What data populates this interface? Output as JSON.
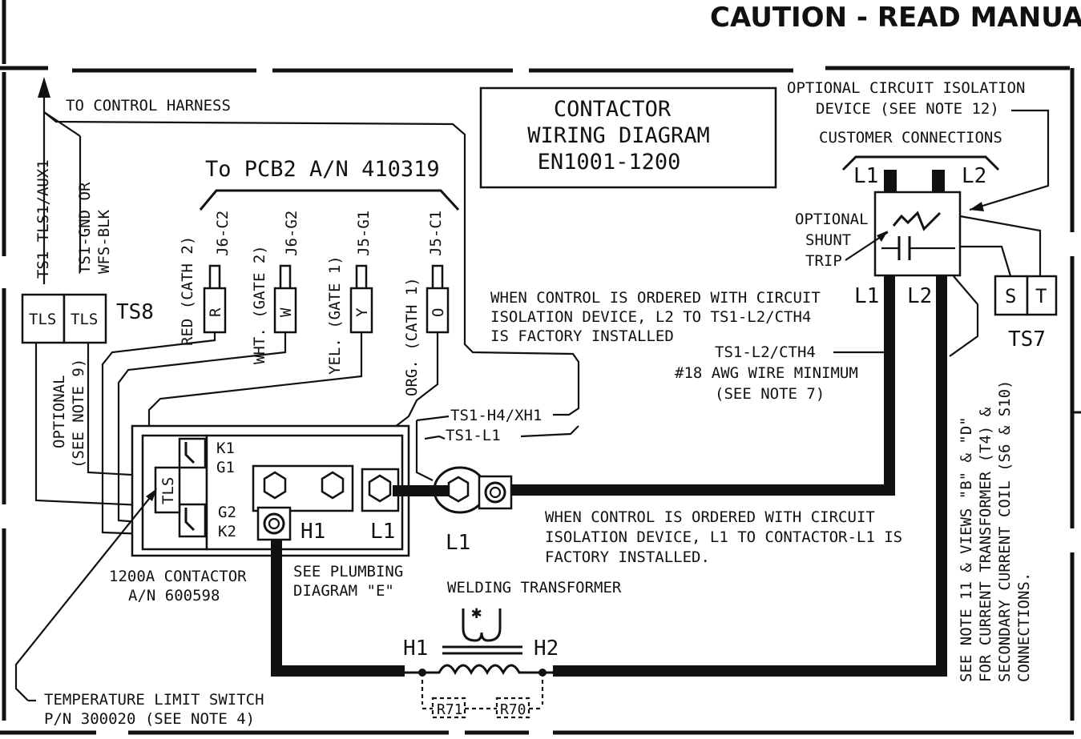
{
  "header": {
    "caution": "CAUTION - READ MANUA"
  },
  "title_box": {
    "line1": "CONTACTOR",
    "line2": "WIRING DIAGRAM",
    "line3": "EN1001-1200"
  },
  "control_harness": {
    "label": "TO CONTROL HARNESS",
    "wire_aux": "TS1-TLS1/AUX1",
    "wire_gnd_1": "TS1-GND OR",
    "wire_gnd_2": "WFS-BLK"
  },
  "pcb": {
    "label": "To PCB2 A/N 410319",
    "pins": [
      {
        "connector": "J6-C2",
        "letter": "R",
        "wire": "RED (CATH 2)"
      },
      {
        "connector": "J6-G2",
        "letter": "W",
        "wire": "WHT. (GATE 2)"
      },
      {
        "connector": "J5-G1",
        "letter": "Y",
        "wire": "YEL. (GATE 1)"
      },
      {
        "connector": "J5-C1",
        "letter": "O",
        "wire": "ORG. (CATH 1)"
      }
    ]
  },
  "ts8": {
    "label": "TS8",
    "term1": "TLS",
    "term2": "TLS",
    "optional_1": "OPTIONAL",
    "optional_2": "(SEE NOTE 9)"
  },
  "contactor": {
    "k1": "K1",
    "g1": "G1",
    "g2": "G2",
    "k2": "K2",
    "tls": "TLS",
    "h1": "H1",
    "l1": "L1",
    "label_1": "1200A CONTACTOR",
    "label_2": "A/N 600598"
  },
  "plumbing": {
    "line1": "SEE PLUMBING",
    "line2": "DIAGRAM \"E\""
  },
  "lug": {
    "l1": "L1"
  },
  "wire_labels": {
    "h4": "TS1-H4/XH1",
    "l1": "TS1-L1"
  },
  "note_l2": {
    "line1": "WHEN CONTROL IS ORDERED WITH CIRCUIT",
    "line2": "ISOLATION DEVICE, L2 TO TS1-L2/CTH4",
    "line3": "IS FACTORY INSTALLED"
  },
  "wire_cth4": {
    "line1": "TS1-L2/CTH4",
    "line2": "#18 AWG WIRE MINIMUM",
    "line3": "(SEE NOTE 7)"
  },
  "note_l1": {
    "line1": "WHEN CONTROL IS ORDERED WITH CIRCUIT",
    "line2": "ISOLATION DEVICE, L1 TO CONTACTOR-L1 IS",
    "line3": "FACTORY INSTALLED."
  },
  "isolation": {
    "label_1": "OPTIONAL CIRCUIT ISOLATION",
    "label_2": "DEVICE (SEE NOTE 12)",
    "customer": "CUSTOMER CONNECTIONS",
    "top_l1": "L1",
    "top_l2": "L2",
    "bot_l1": "L1",
    "bot_l2": "L2",
    "shunt_1": "OPTIONAL",
    "shunt_2": "SHUNT",
    "shunt_3": "TRIP"
  },
  "ts7": {
    "label": "TS7",
    "s": "S",
    "t": "T"
  },
  "transformer": {
    "label": "WELDING TRANSFORMER",
    "h1": "H1",
    "h2": "H2",
    "r71": "R71",
    "r70": "R70"
  },
  "tls_note": {
    "line1": "TEMPERATURE LIMIT SWITCH",
    "line2": "P/N 300020 (SEE NOTE 4)"
  },
  "side_note": {
    "line1": "SEE NOTE 11 & VIEWS \"B\" & \"D\"",
    "line2": "FOR CURRENT TRANSFORMER (T4) &",
    "line3": "SECONDARY CURRENT COIL (S6 & S10)",
    "line4": "CONNECTIONS."
  }
}
